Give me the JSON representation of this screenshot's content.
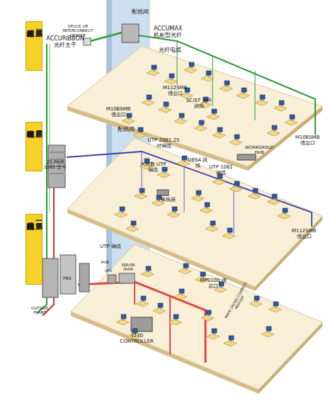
{
  "diagram": {
    "nodes": [
      {
        "text": [
          "第三层",
          "光纤区域布线"
        ]
      },
      {
        "text": [
          "第二层",
          "铜缆区域布线"
        ]
      },
      {
        "text": [
          "第一层",
          "典型结构化布线系统"
        ]
      }
    ],
    "labels": [
      "配线间",
      "SPLICE OR INTERCONNECT CENTER",
      "ACCUMAX 机柜型光纤",
      "ACCURIBBON 光纤主干",
      "光纤电缆",
      "M112SMB 信息口",
      "SC/ST 光纤跳线",
      "M106SMB 信息口",
      "M106SMB 信息口",
      "配线间",
      "UTP 2061 25 对铜缆",
      "25-PAIR 1061 主干",
      "大对数 UTP 铜缆",
      "D8SA 跳线",
      "UTP 1061 铜缆",
      "WORKGROUP HUB",
      "集线器",
      "M112SMB 信息口",
      "UTP 铜缆",
      "PBX",
      "HUB",
      "UPS",
      "SERVER FARM",
      "MPS100 信息口",
      "MAIN CROSS-CONNECT MDF/IDF",
      "OUTSIDE PLANT",
      "3270 CONTROLLER"
    ]
  }
}
